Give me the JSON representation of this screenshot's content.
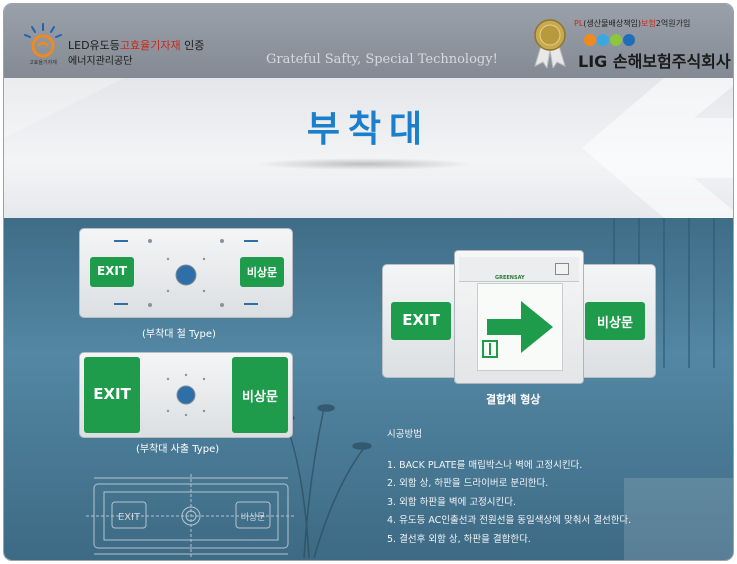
{
  "header": {
    "logo_text": "고효율기자재",
    "cert_line1_prefix": "LED유도등",
    "cert_line1_highlight": "고효율기자재",
    "cert_line1_suffix": " 인증",
    "cert_line2": "에너지관리공단",
    "slogan": "Grateful Safty, Special Technology!",
    "pl_prefix": "PL",
    "pl_mid1": "(생산물배상책임)",
    "pl_highlight": "보험",
    "pl_suffix": "2억원가입",
    "company": "LIG 손해보험주식회사",
    "dot_colors": [
      "#f08a1c",
      "#3aa7e0",
      "#8cc63f",
      "#1e6fb8"
    ]
  },
  "title": "부착대",
  "products": {
    "steel": {
      "exit": "EXIT",
      "kor": "비상문",
      "caption": "(부착대 철 Type)"
    },
    "injection": {
      "exit": "EXIT",
      "kor": "비상문",
      "caption": "(부착대 사출 Type)"
    },
    "drawing": {
      "exit": "EXIT",
      "kor": "비상문"
    },
    "combined": {
      "exit": "EXIT",
      "kor": "비상문",
      "brand": "GREENSAY",
      "caption": "결합체 형상"
    }
  },
  "method": {
    "heading": "시공방법",
    "steps": [
      "1. BACK PLATE를 매립박스나 벽에 고정시킨다.",
      "2. 외함 상, 하판을 드라이버로 분리한다.",
      "3. 외함 하판을 벽에 고정시킨다.",
      "4. 유도등 AC인출선과 전원선을 동일색상에 맞춰서 결선한다.",
      "5. 결선후 외함 상, 하판을 결합한다."
    ]
  },
  "colors": {
    "title_blue": "#1b7fcc",
    "sign_green": "#1e9c4b",
    "header_gray": "#8e959e",
    "panel_blue": "#4b7d98"
  }
}
